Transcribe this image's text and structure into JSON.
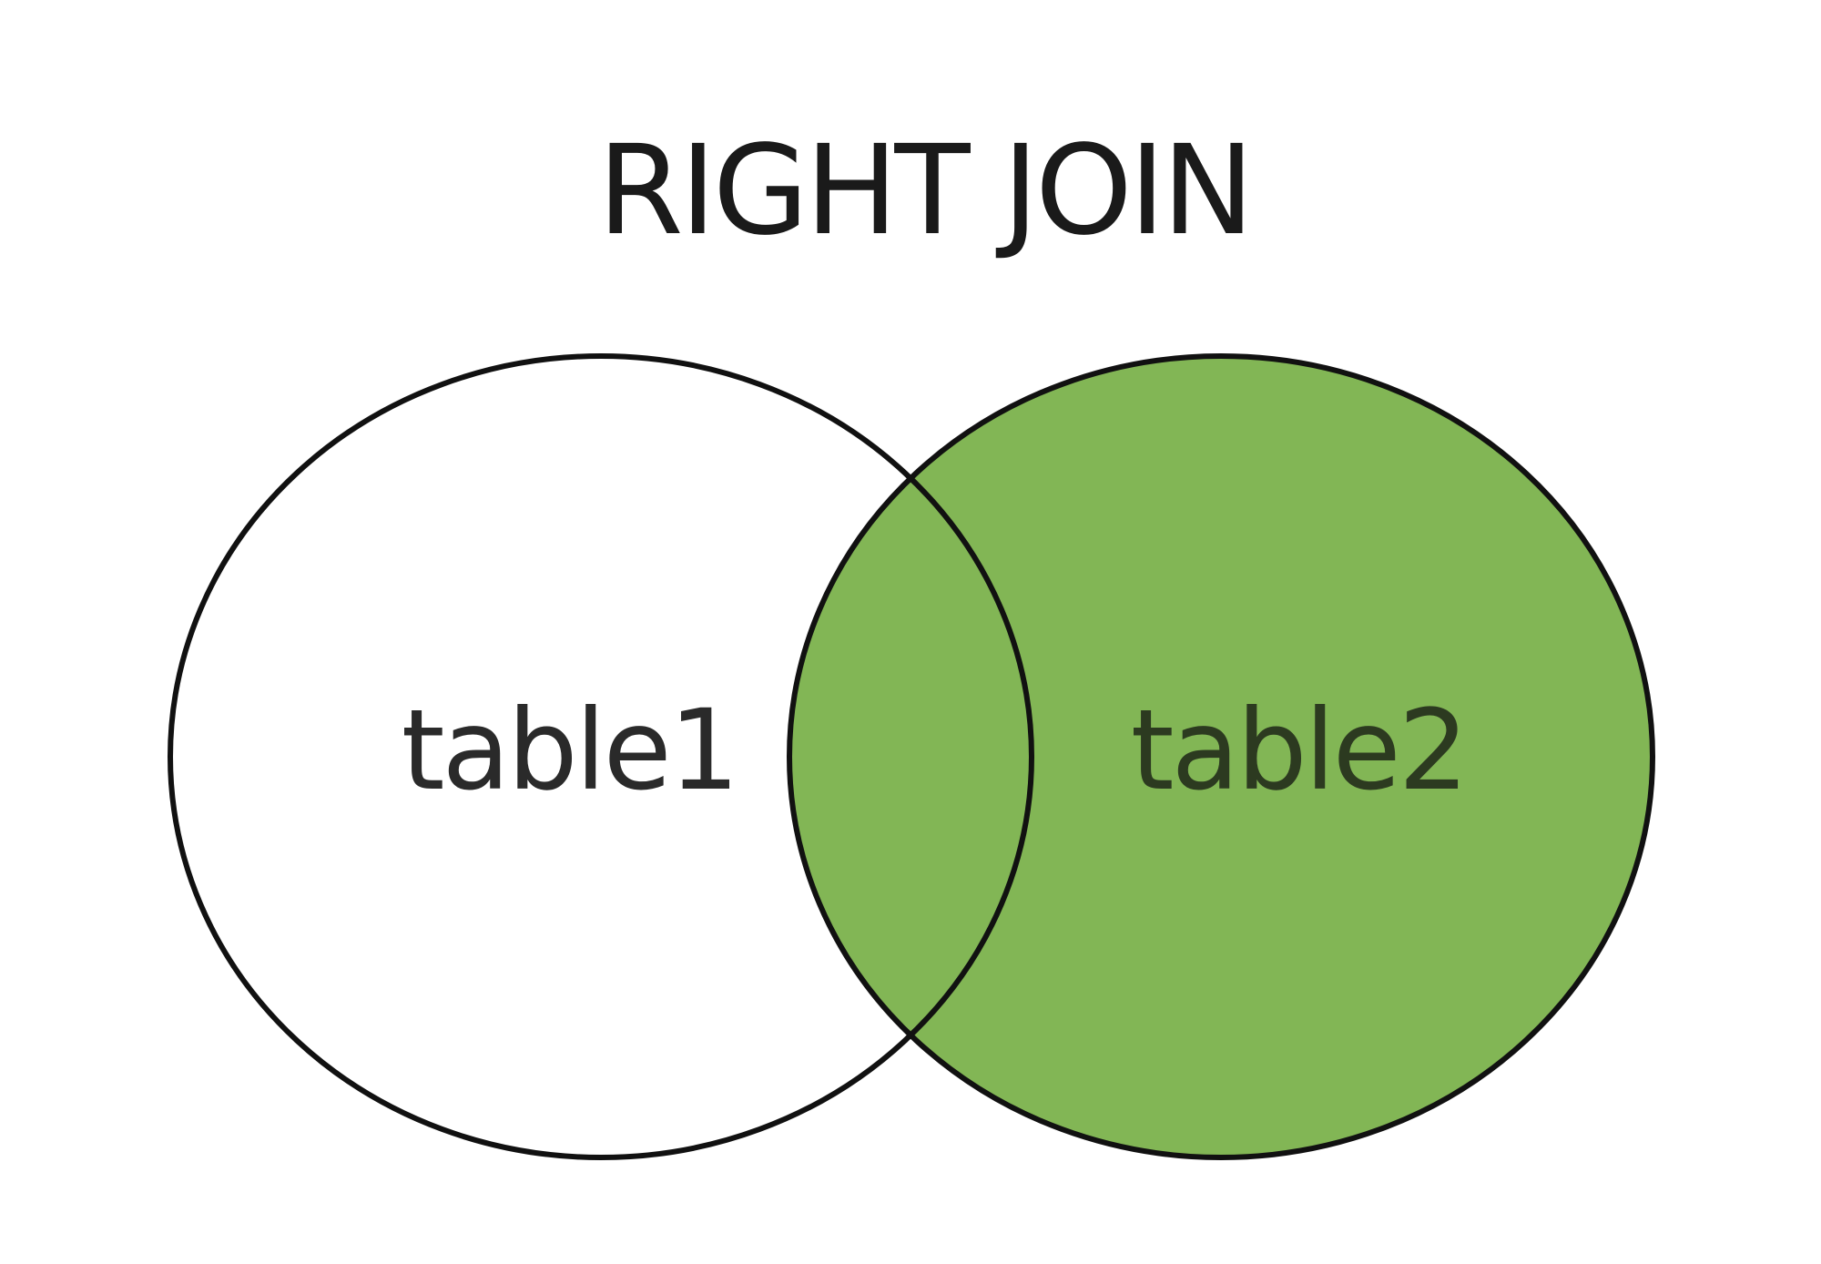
{
  "diagram": {
    "title": "RIGHT JOIN",
    "left_set": {
      "label": "table1",
      "highlighted": false
    },
    "right_set": {
      "label": "table2",
      "highlighted": true
    },
    "intersection": {
      "highlighted": true
    }
  },
  "colors": {
    "highlight_fill": "#82b655",
    "outline": "#111111",
    "left_label": "#2a2a2a",
    "right_label": "#2c3a20",
    "background": "#ffffff"
  }
}
